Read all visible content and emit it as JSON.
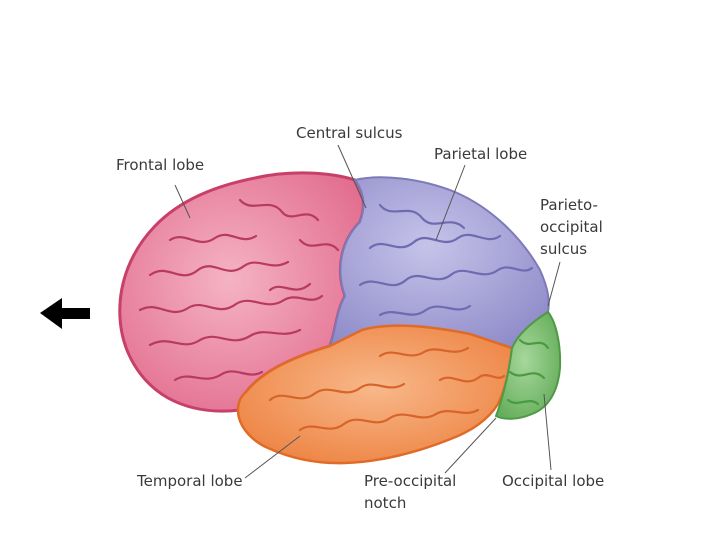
{
  "labels": {
    "frontal": "Frontal lobe",
    "central": "Central sulcus",
    "parietal": "Parietal lobe",
    "parieto_occipital": [
      "Parieto-",
      "occipital",
      "sulcus"
    ],
    "temporal": "Temporal lobe",
    "pre_occipital": [
      "Pre-occipital",
      "notch"
    ],
    "occipital": "Occipital lobe"
  },
  "colors": {
    "frontal": "#e8869e",
    "frontal_outline": "#c8406a",
    "parietal": "#a9a6d6",
    "parietal_outline": "#7d7ab8",
    "temporal": "#f29a5e",
    "temporal_outline": "#e06b26",
    "occipital": "#7fbf73",
    "occipital_outline": "#4f9a45",
    "leader_line": "#555555",
    "arrow": "#000000"
  },
  "icons": {
    "direction_arrow": "left-arrow-icon"
  }
}
